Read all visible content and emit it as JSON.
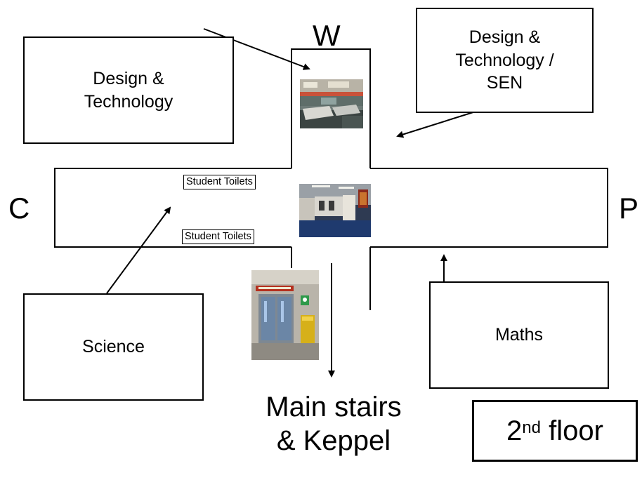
{
  "compass": {
    "north": "W",
    "west": "C",
    "east": "P"
  },
  "rooms": {
    "design_technology": "Design &\nTechnology",
    "design_technology_sen": "Design &\nTechnology /\nSEN",
    "science": "Science",
    "maths": "Maths"
  },
  "labels": {
    "toilets_upper": "Student Toilets",
    "toilets_lower": "Student Toilets",
    "main_stairs": "Main stairs\n& Keppel"
  },
  "floor": {
    "number": "2",
    "suffix": "nd",
    "word": " floor"
  },
  "photos": [
    {
      "name": "classroom-photo",
      "subject": "design and technology classroom"
    },
    {
      "name": "corridor-photo",
      "subject": "corridor junction"
    },
    {
      "name": "stair-doors-photo",
      "subject": "double doors to main stairs"
    }
  ],
  "colors": {
    "line": "#000000",
    "background": "#ffffff"
  }
}
